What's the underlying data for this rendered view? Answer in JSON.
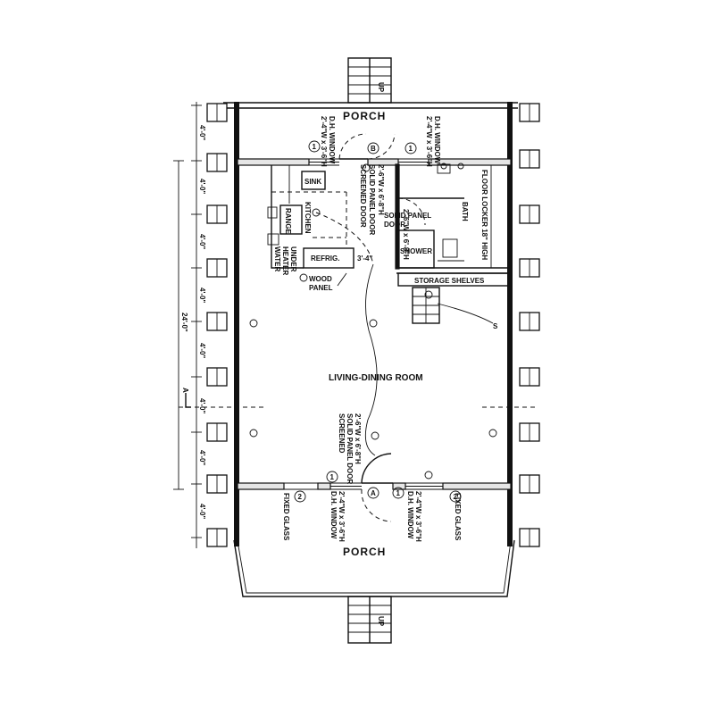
{
  "plan": {
    "porch_top": "PORCH",
    "porch_bottom": "PORCH",
    "stairs_top": "UP",
    "stairs_bottom": "UP",
    "living_room": "LIVING-DINING ROOM",
    "kitchen": "KITCHEN",
    "sink": "SINK",
    "range": "RANGE",
    "refrig": "REFRIG.",
    "water_heater_1": "WATER",
    "water_heater_2": "HEATER",
    "water_heater_3": "UNDER",
    "wood_panel_1": "WOOD",
    "wood_panel_2": "PANEL",
    "bath": "BATH",
    "floor_locker": "FLOOR LOCKER 18\" HIGH",
    "shower": "SHOWER",
    "storage": "STORAGE  SHELVES",
    "bath_door_1": "2'-6\"W x 6'-8\"H",
    "bath_door_2": "SOLID PANEL",
    "bath_door_3": "DOOR",
    "partition_dim": "3'-4\"",
    "top_door_1": "2'-6\"W x 6'-8\"H",
    "top_door_2": "SOLID PANEL DOOR",
    "top_door_3": "SCREENED DOOR",
    "top_window_left_1": "2'-4\"W x 3'-6\"H",
    "top_window_left_2": "D.H. WINDOW",
    "top_window_right_1": "2'-4\"W x 3'-6\"H",
    "top_window_right_2": "D.H. WINDOW",
    "bottom_door_1": "2'-6\"W x 6'-8\"H",
    "bottom_door_2": "SOLID PANEL DOOR",
    "bottom_door_3": "SCREENED",
    "bottom_window_left_1": "2'-4\"W x 3'-6\"H",
    "bottom_window_left_2": "D.H. WINDOW",
    "bottom_window_right_1": "2'-4\"W x 3'-6\"H",
    "bottom_window_right_2": "D.H. WINDOW",
    "fixed_glass_left": "FIXED GLASS",
    "fixed_glass_right": "FIXED GLASS",
    "section_marker": "A",
    "switch_label": "S",
    "tag_1": "1",
    "tag_2": "2",
    "tag_a": "A",
    "tag_b": "B",
    "dims_left": [
      "4'-0\"",
      "4'-0\"",
      "4'-0\"",
      "4'-0\"",
      "4'-0\"",
      "4'-0\"",
      "4'-0\"",
      "4'-0\""
    ],
    "dim_overall": "24'-0\""
  }
}
